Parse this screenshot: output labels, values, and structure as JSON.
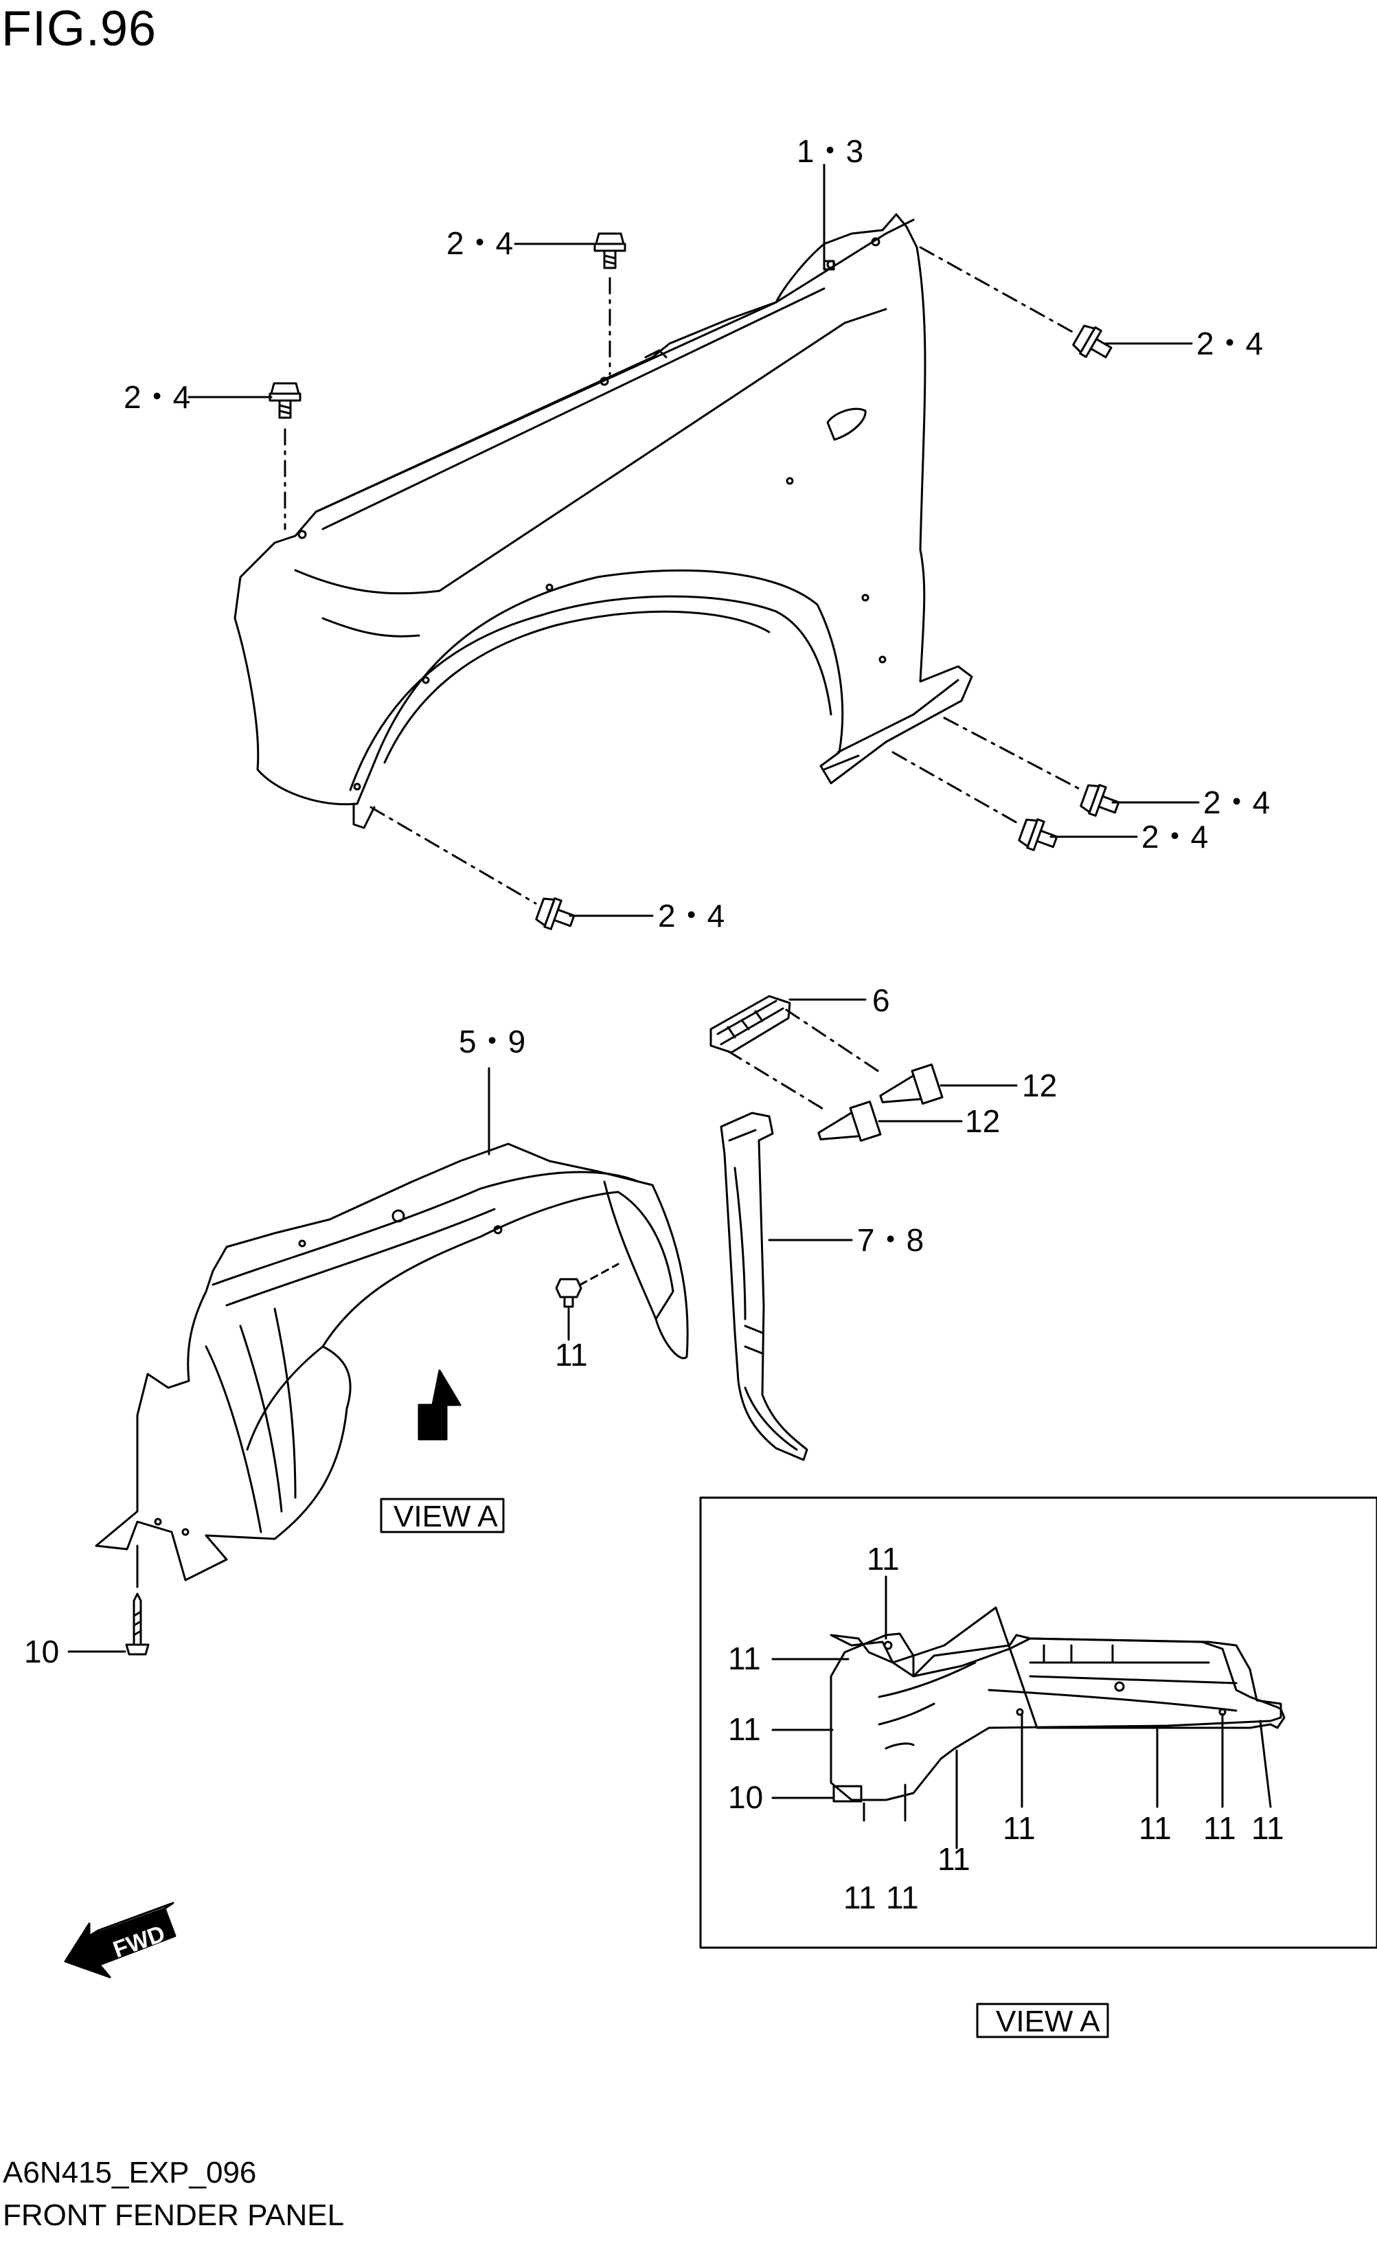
{
  "figure": {
    "title": "FIG.96",
    "code": "A6N415_EXP_096",
    "name": "FRONT FENDER PANEL"
  },
  "callouts": {
    "fender_panel": "1・3",
    "bolt_top_center": "2・4",
    "bolt_top_left": "2・4",
    "bolt_top_right": "2・4",
    "bolt_lower_right_upper": "2・4",
    "bolt_lower_right_lower": "2・4",
    "bolt_bottom_center": "2・4",
    "fender_liner": "5・9",
    "bracket": "6",
    "screw_upper": "12",
    "screw_lower": "12",
    "seal_strip": "7・8",
    "clip_liner": "11",
    "screw_liner": "10"
  },
  "view_a": {
    "tag_main": "VIEW A",
    "tag_detail": "VIEW A",
    "callouts": {
      "clip_top": "11",
      "clip_left_upper": "11",
      "clip_left_middle": "11",
      "screw_left": "10",
      "clip_bottom_1": "11",
      "clip_bottom_2": "11",
      "clip_bottom_3": "11",
      "clip_bottom_4": "11",
      "clip_bottom_5": "11",
      "clip_bottom_6": "11",
      "clip_bottom_7": "11"
    }
  },
  "fwd_badge": "FWD",
  "colors": {
    "line": "#000000",
    "background": "#ffffff"
  },
  "icons": [
    "bolt-icon",
    "screw-icon",
    "clip-icon",
    "arrow-up-icon",
    "fwd-arrow-icon"
  ]
}
